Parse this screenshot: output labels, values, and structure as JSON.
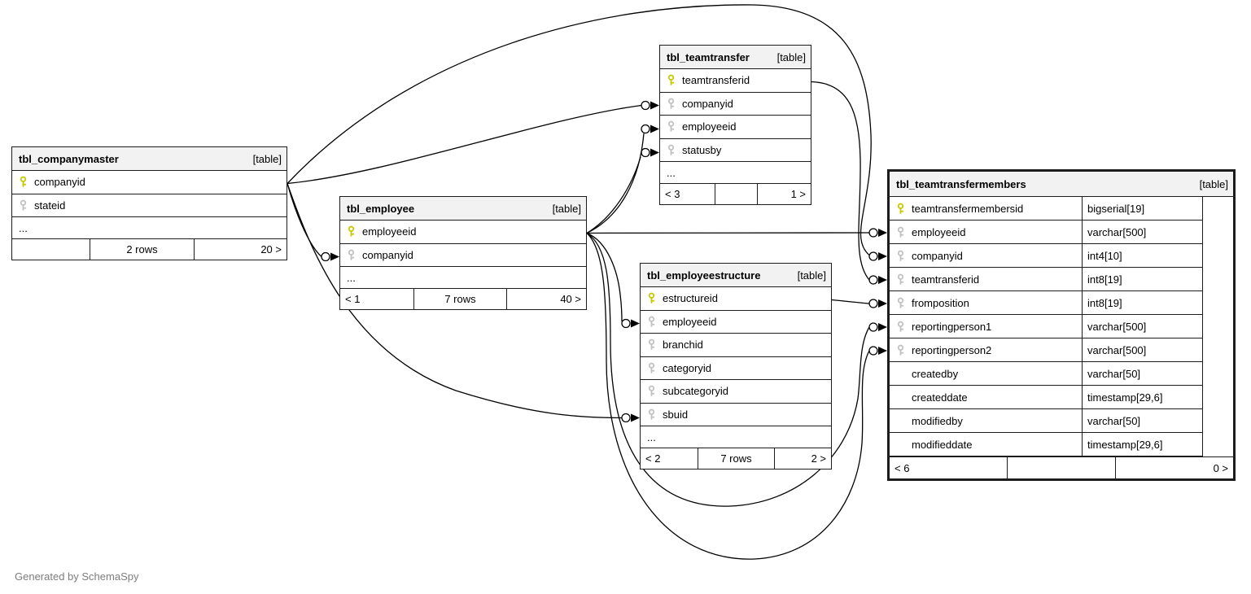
{
  "footer_note": "Generated by SchemaSpy",
  "colors": {
    "pk_key": "#c9c900",
    "fk_key": "#c2c2c2",
    "header_bg": "#f2f2f2",
    "line": "#000000"
  },
  "tables": [
    {
      "id": "companymaster",
      "title": "tbl_companymaster",
      "tag": "[table]",
      "columns": [
        {
          "name": "companyid",
          "key": "pk"
        },
        {
          "name": "stateid",
          "key": "fk"
        },
        {
          "name": "...",
          "key": ""
        }
      ],
      "footer": {
        "left": "",
        "center": "2 rows",
        "right": "20 >"
      }
    },
    {
      "id": "employee",
      "title": "tbl_employee",
      "tag": "[table]",
      "columns": [
        {
          "name": "employeeid",
          "key": "pk"
        },
        {
          "name": "companyid",
          "key": "fk"
        },
        {
          "name": "...",
          "key": ""
        }
      ],
      "footer": {
        "left": "< 1",
        "center": "7 rows",
        "right": "40 >"
      }
    },
    {
      "id": "teamtransfer",
      "title": "tbl_teamtransfer",
      "tag": "[table]",
      "columns": [
        {
          "name": "teamtransferid",
          "key": "pk"
        },
        {
          "name": "companyid",
          "key": "fk"
        },
        {
          "name": "employeeid",
          "key": "fk"
        },
        {
          "name": "statusby",
          "key": "fk"
        },
        {
          "name": "...",
          "key": ""
        }
      ],
      "footer": {
        "left": "< 3",
        "center": "",
        "right": "1 >"
      }
    },
    {
      "id": "employeestructure",
      "title": "tbl_employeestructure",
      "tag": "[table]",
      "columns": [
        {
          "name": "estructureid",
          "key": "pk"
        },
        {
          "name": "employeeid",
          "key": "fk"
        },
        {
          "name": "branchid",
          "key": "fk"
        },
        {
          "name": "categoryid",
          "key": "fk"
        },
        {
          "name": "subcategoryid",
          "key": "fk"
        },
        {
          "name": "sbuid",
          "key": "fk"
        },
        {
          "name": "...",
          "key": ""
        }
      ],
      "footer": {
        "left": "< 2",
        "center": "7 rows",
        "right": "2 >"
      }
    },
    {
      "id": "teamtransfermembers",
      "title": "tbl_teamtransfermembers",
      "tag": "[table]",
      "columns": [
        {
          "name": "teamtransfermembersid",
          "key": "pk",
          "type": "bigserial[19]"
        },
        {
          "name": "employeeid",
          "key": "fk",
          "type": "varchar[500]"
        },
        {
          "name": "companyid",
          "key": "fk",
          "type": "int4[10]"
        },
        {
          "name": "teamtransferid",
          "key": "fk",
          "type": "int8[19]"
        },
        {
          "name": "fromposition",
          "key": "fk",
          "type": "int8[19]"
        },
        {
          "name": "reportingperson1",
          "key": "fk",
          "type": "varchar[500]"
        },
        {
          "name": "reportingperson2",
          "key": "fk",
          "type": "varchar[500]"
        },
        {
          "name": "createdby",
          "key": "",
          "type": "varchar[50]"
        },
        {
          "name": "createddate",
          "key": "",
          "type": "timestamp[29,6]"
        },
        {
          "name": "modifiedby",
          "key": "",
          "type": "varchar[50]"
        },
        {
          "name": "modifieddate",
          "key": "",
          "type": "timestamp[29,6]"
        }
      ],
      "footer": {
        "left": "< 6",
        "center": "",
        "right": "0 >"
      }
    }
  ],
  "relationships": [
    {
      "from": "tbl_companymaster.companyid",
      "to": "tbl_teamtransfer.companyid"
    },
    {
      "from": "tbl_companymaster.companyid",
      "to": "tbl_teamtransfermembers.companyid"
    },
    {
      "from": "tbl_companymaster.companyid",
      "to": "tbl_employee.companyid"
    },
    {
      "from": "tbl_companymaster.companyid",
      "to": "tbl_employeestructure.sbuid"
    },
    {
      "from": "tbl_employee.employeeid",
      "to": "tbl_teamtransfer.employeeid"
    },
    {
      "from": "tbl_employee.employeeid",
      "to": "tbl_teamtransfer.statusby"
    },
    {
      "from": "tbl_employee.employeeid",
      "to": "tbl_teamtransfermembers.employeeid"
    },
    {
      "from": "tbl_employee.employeeid",
      "to": "tbl_employeestructure.employeeid"
    },
    {
      "from": "tbl_employee.employeeid",
      "to": "tbl_teamtransfermembers.reportingperson1"
    },
    {
      "from": "tbl_employee.employeeid",
      "to": "tbl_teamtransfermembers.reportingperson2"
    },
    {
      "from": "tbl_teamtransfer.teamtransferid",
      "to": "tbl_teamtransfermembers.teamtransferid"
    },
    {
      "from": "tbl_employeestructure.estructureid",
      "to": "tbl_teamtransfermembers.fromposition"
    }
  ]
}
